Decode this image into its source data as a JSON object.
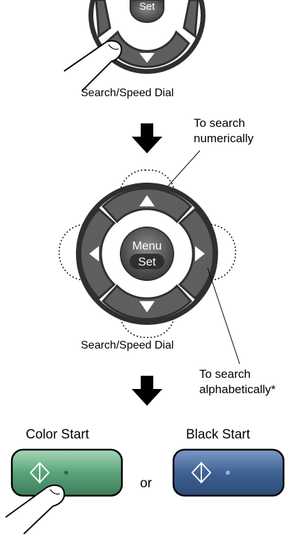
{
  "step1": {
    "center_label": "Set",
    "caption": "Search/Speed Dial"
  },
  "step2": {
    "center_top_label": "Menu",
    "center_bottom_label": "Set",
    "caption": "Search/Speed Dial",
    "callout_numeric": [
      "To search",
      "numerically"
    ],
    "callout_alpha": [
      "To search",
      "alphabetically*"
    ]
  },
  "step3": {
    "color_start": "Color Start",
    "black_start": "Black Start",
    "or_text": "or"
  },
  "colors": {
    "button_gray": "#5e5e5e",
    "pad_dark": "#3c3c3c",
    "green_start": "#5aa37a",
    "blue_start": "#3f6293"
  }
}
